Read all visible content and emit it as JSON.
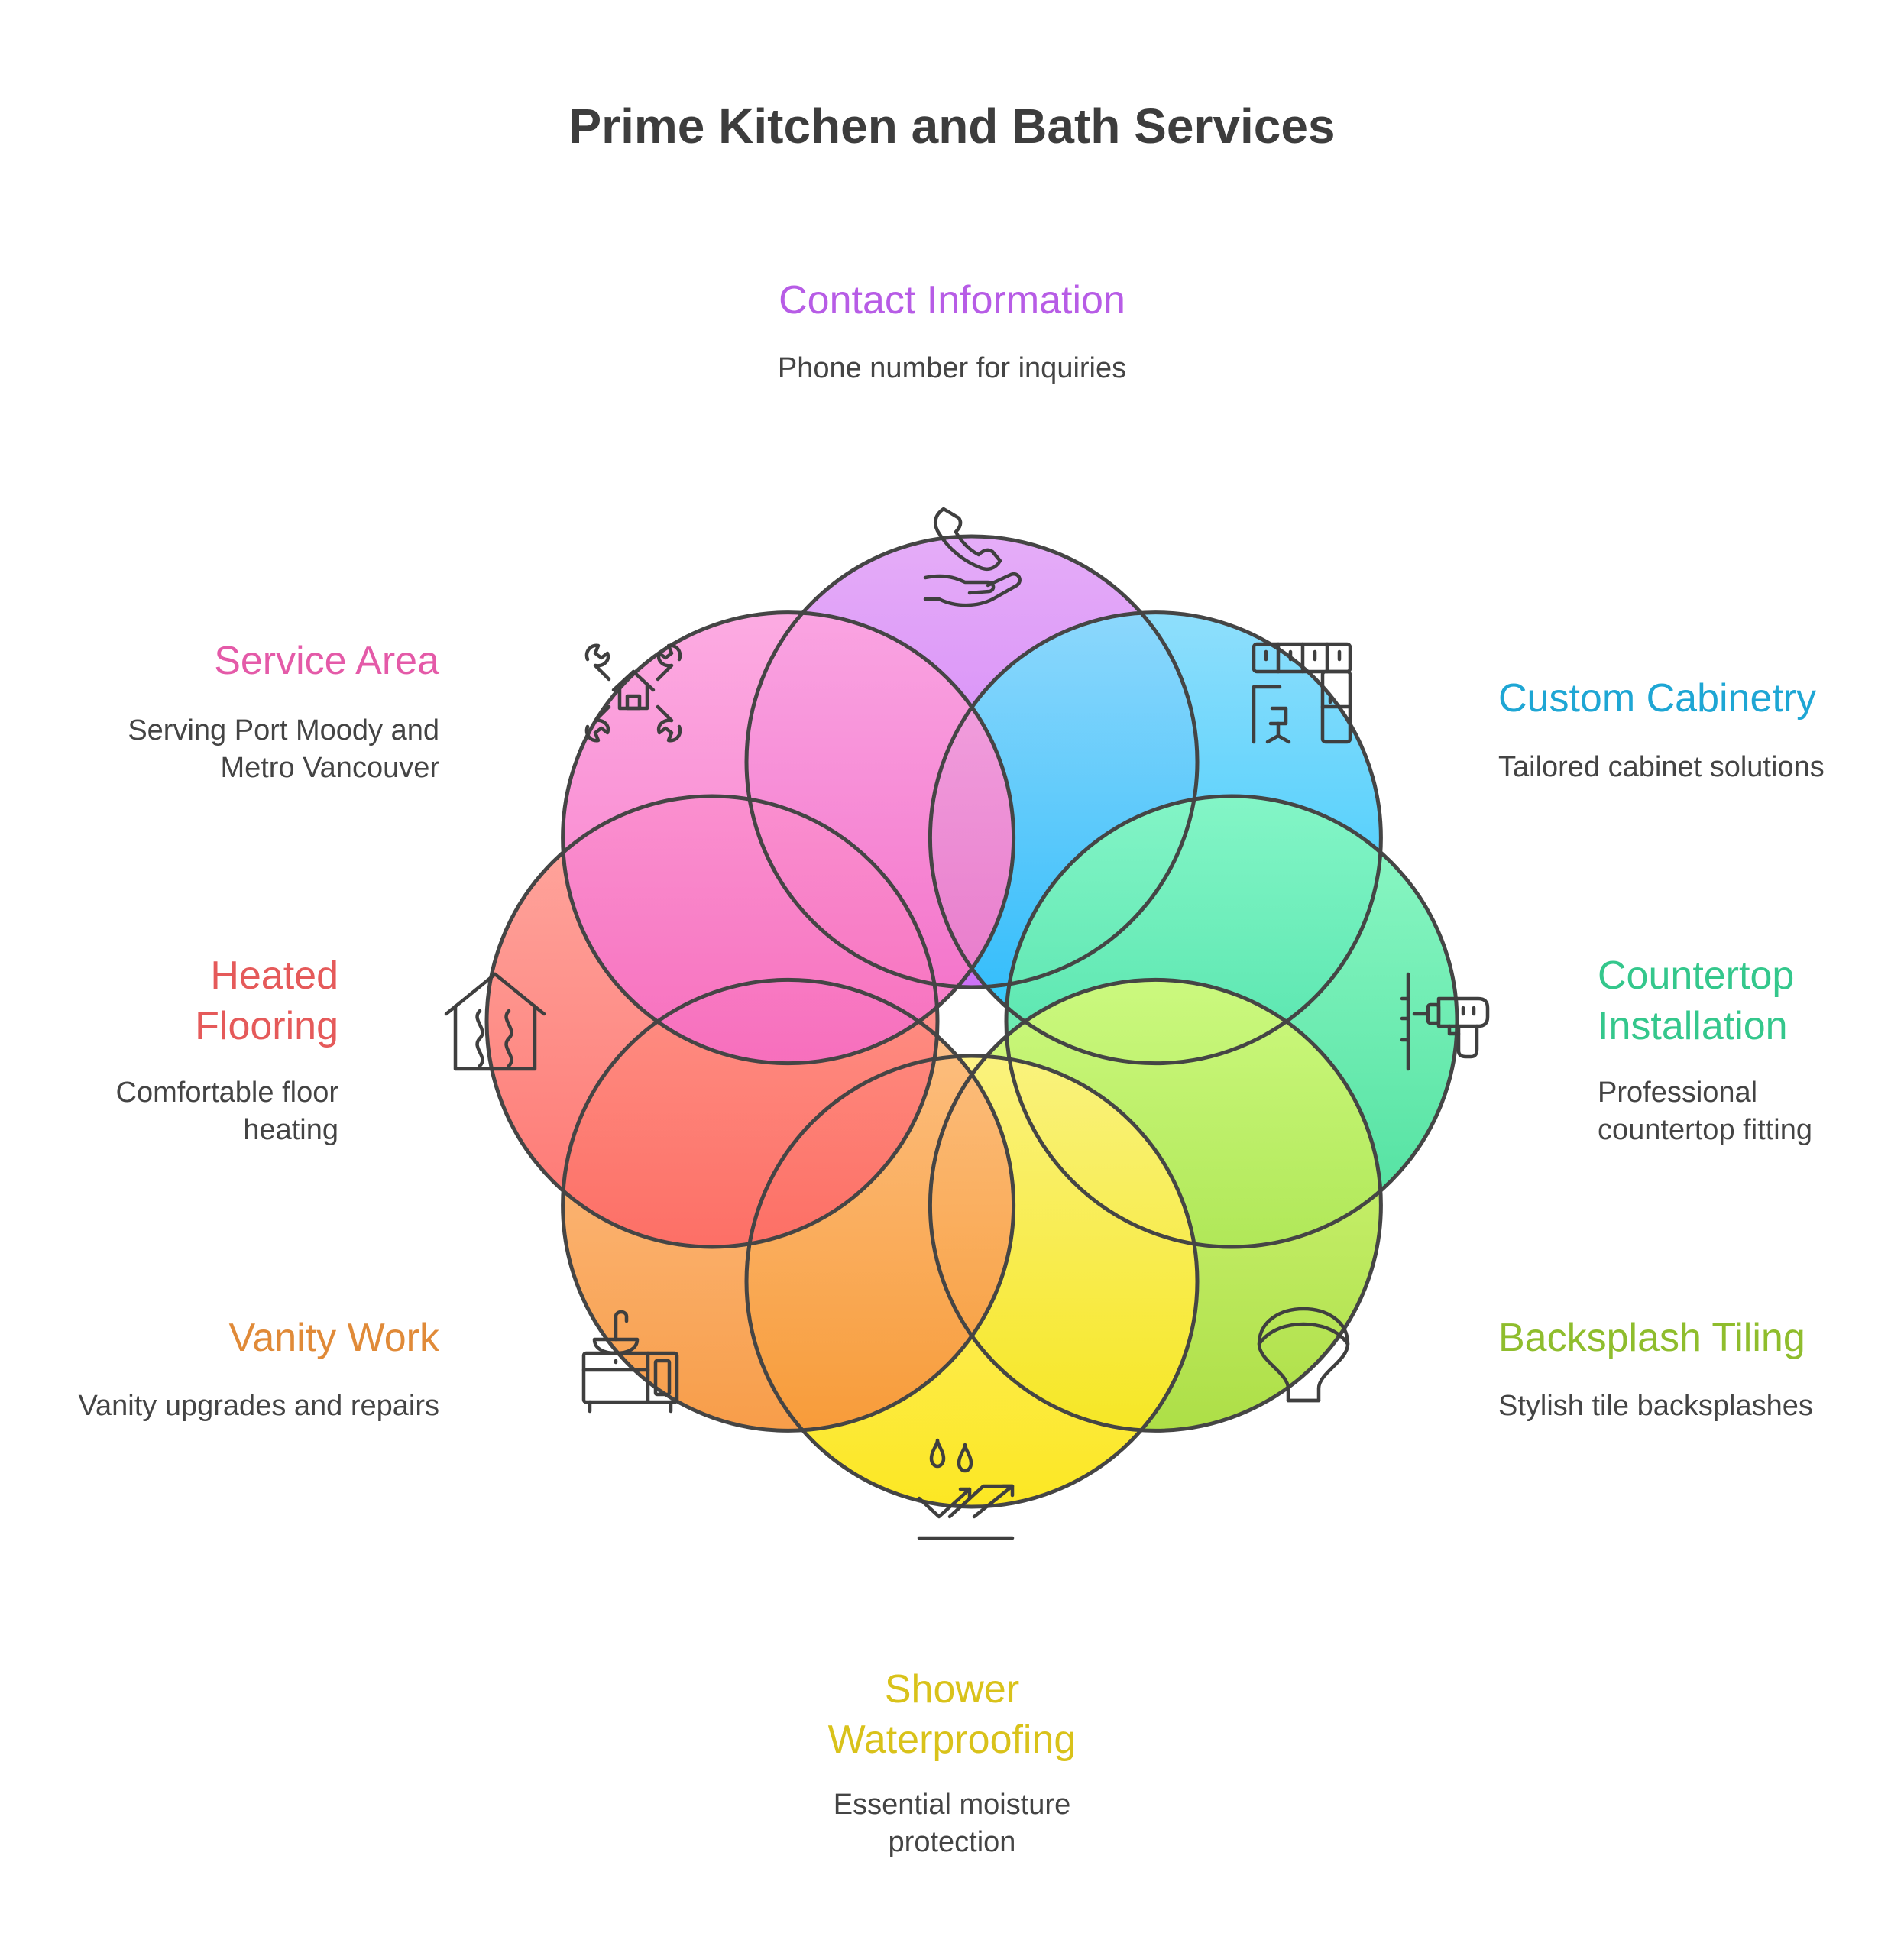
{
  "title": "Prime Kitchen and Bath Services",
  "colors": {
    "outline": "#454545",
    "icon": "#3f3f3f"
  },
  "items": [
    {
      "key": "contact",
      "label": "Contact Information",
      "description": "Phone number for inquiries",
      "label_color": "#b75ce6",
      "fill_top": "#e3a6f8",
      "fill_bottom": "#c766f5",
      "icon": "phone-hand-icon"
    },
    {
      "key": "cabinetry",
      "label": "Custom Cabinetry",
      "description": "Tailored cabinet solutions",
      "label_color": "#1ea6d4",
      "fill_top": "#85dcfc",
      "fill_bottom": "#18c0fb",
      "icon": "cabinet-icon"
    },
    {
      "key": "countertop",
      "label": "Countertop\nInstallation",
      "description": "Professional\ncountertop fitting",
      "label_color": "#34c78c",
      "fill_top": "#86f8c2",
      "fill_bottom": "#3fdd96",
      "icon": "drill-icon"
    },
    {
      "key": "backsplash",
      "label": "Backsplash Tiling",
      "description": "Stylish tile backsplashes",
      "label_color": "#8fbd2d",
      "fill_top": "#d4fa7a",
      "fill_bottom": "#a6dc37",
      "icon": "tile-arch-icon"
    },
    {
      "key": "shower",
      "label": "Shower\nWaterproofing",
      "description": "Essential moisture\nprotection",
      "label_color": "#d9c21a",
      "fill_top": "#fef27e",
      "fill_bottom": "#fce510",
      "icon": "water-drops-icon"
    },
    {
      "key": "vanity",
      "label": "Vanity Work",
      "description": "Vanity upgrades and repairs",
      "label_color": "#e08a38",
      "fill_top": "#fdbf88",
      "fill_bottom": "#f7953a",
      "icon": "vanity-sink-icon"
    },
    {
      "key": "heated",
      "label": "Heated\nFlooring",
      "description": "Comfortable floor\nheating",
      "label_color": "#e55a5a",
      "fill_top": "#ffa298",
      "fill_bottom": "#fd6a66",
      "icon": "heated-house-icon"
    },
    {
      "key": "service",
      "label": "Service Area",
      "description": "Serving Port Moody and\nMetro Vancouver",
      "label_color": "#e45aa8",
      "fill_top": "#fca4e0",
      "fill_bottom": "#f66dc2",
      "icon": "tools-house-icon"
    }
  ]
}
